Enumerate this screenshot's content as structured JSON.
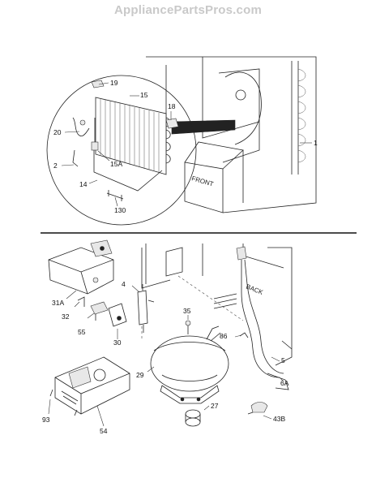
{
  "watermark": "AppliancePartsPros.com",
  "top_section": {
    "labels": {
      "front": "FRONT"
    },
    "callouts": [
      "19",
      "15",
      "18",
      "20",
      "15A",
      "2",
      "14",
      "130",
      "1"
    ]
  },
  "bottom_section": {
    "labels": {
      "back": "BACK"
    },
    "callouts": [
      "31A",
      "32",
      "55",
      "4",
      "30",
      "35",
      "86",
      "29",
      "5",
      "6A",
      "27",
      "43B",
      "93",
      "54"
    ]
  },
  "colors": {
    "line": "#222222",
    "watermark": "#c9c9c9",
    "fill_shade": "#e8e8e8"
  }
}
